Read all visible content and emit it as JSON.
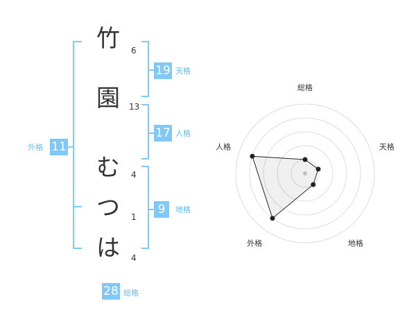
{
  "name": {
    "chars": [
      {
        "char": "竹",
        "strokes": "6"
      },
      {
        "char": "園",
        "strokes": "13"
      },
      {
        "char": "む",
        "strokes": "4"
      },
      {
        "char": "つ",
        "strokes": "1"
      },
      {
        "char": "は",
        "strokes": "4"
      }
    ]
  },
  "kaku": {
    "tenkaku": {
      "value": "19",
      "label": "天格"
    },
    "jinkaku": {
      "value": "17",
      "label": "人格"
    },
    "chikaku": {
      "value": "9",
      "label": "地格"
    },
    "gaikaku": {
      "value": "11",
      "label": "外格"
    },
    "soukaku": {
      "value": "28",
      "label": "総格"
    }
  },
  "colors": {
    "accent": "#7fc8f8",
    "label": "#66bbee",
    "text": "#333333"
  },
  "chart_data": {
    "type": "radar",
    "axes": [
      "総格",
      "天格",
      "地格",
      "外格",
      "人格"
    ],
    "values": [
      1,
      1,
      1,
      4,
      4
    ],
    "range": [
      0,
      5
    ],
    "rings": 5
  }
}
